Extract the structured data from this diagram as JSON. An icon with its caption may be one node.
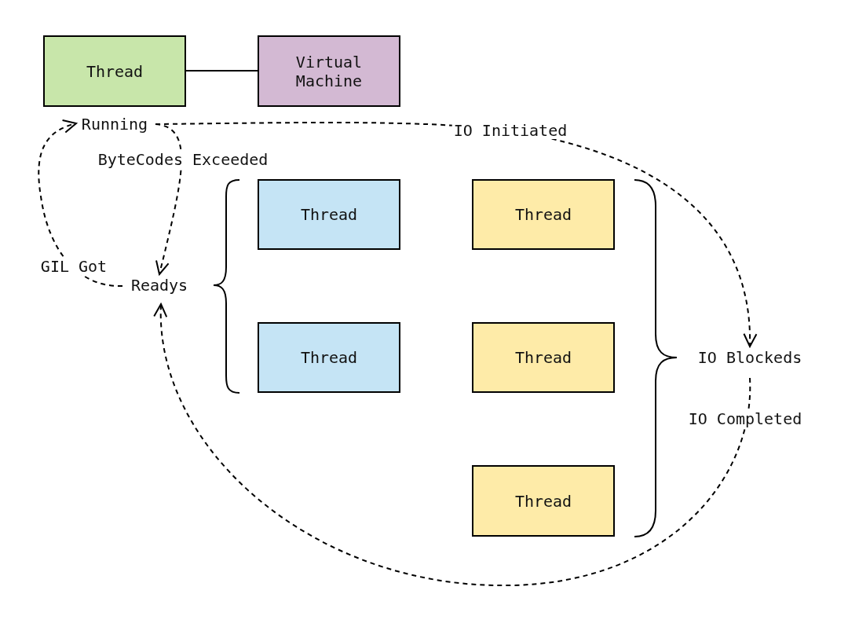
{
  "diagram": {
    "nodes": [
      {
        "text": [
          "Thread"
        ]
      },
      {
        "text": [
          "Virtual Machine"
        ]
      },
      {
        "text": [
          "Running"
        ]
      },
      {
        "text": [
          "Readys"
        ]
      },
      {
        "text": [
          "Thread"
        ]
      },
      {
        "text": [
          "Thread"
        ]
      },
      {
        "text": [
          "Thread"
        ]
      },
      {
        "text": [
          "Thread"
        ]
      },
      {
        "text": [
          "Thread"
        ]
      },
      {
        "text": [
          "IO Blockeds"
        ]
      }
    ],
    "edges": [
      {
        "from": 0,
        "to": 1,
        "arrow": "none"
      },
      {
        "from": 2,
        "to": 3,
        "arrow": "to",
        "label": "ByteCodes Exceeded",
        "style": "dashed"
      },
      {
        "from": 3,
        "to": 2,
        "arrow": "to",
        "label": "GIL Got",
        "style": "dashed"
      },
      {
        "from": 2,
        "to": 9,
        "arrow": "to",
        "label": "IO Initiated",
        "style": "dashed"
      },
      {
        "from": 9,
        "to": 3,
        "arrow": "to",
        "label": "IO Completed",
        "style": "dashed"
      }
    ]
  }
}
